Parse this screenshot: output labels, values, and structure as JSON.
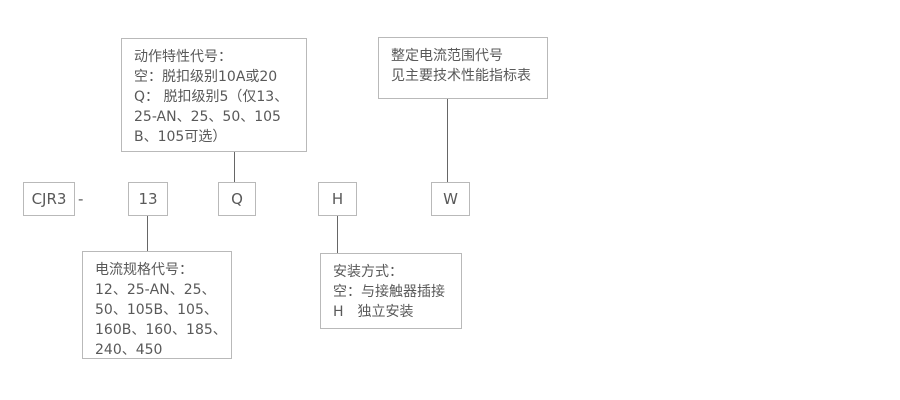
{
  "diagram": {
    "title_semantic": "CJR3 model designation diagram",
    "model_code": {
      "prefix": "CJR3",
      "separator": "-",
      "current_spec": "13",
      "action_characteristic": "Q",
      "mounting": "H",
      "current_range": "W"
    },
    "callouts": {
      "action_characteristic": {
        "lines": [
          "动作特性代号：",
          "空：脱扣级别10A或20",
          "Q： 脱扣级别5（仅13、",
          "25-AN、25、50、105",
          "B、105可选）"
        ]
      },
      "current_range": {
        "lines": [
          "整定电流范围代号",
          "见主要技术性能指标表"
        ]
      },
      "current_spec": {
        "lines": [
          "电流规格代号：",
          "12、25-AN、25、",
          "50、105B、105、",
          "160B、160、185、",
          "240、450"
        ]
      },
      "mounting": {
        "lines": [
          "安装方式：",
          "空：与接触器插接",
          "H　独立安装"
        ]
      }
    },
    "colors": {
      "background": "#ffffff",
      "box_border": "#b9b9b9",
      "connector_line": "#666666",
      "text": "#595959"
    }
  }
}
